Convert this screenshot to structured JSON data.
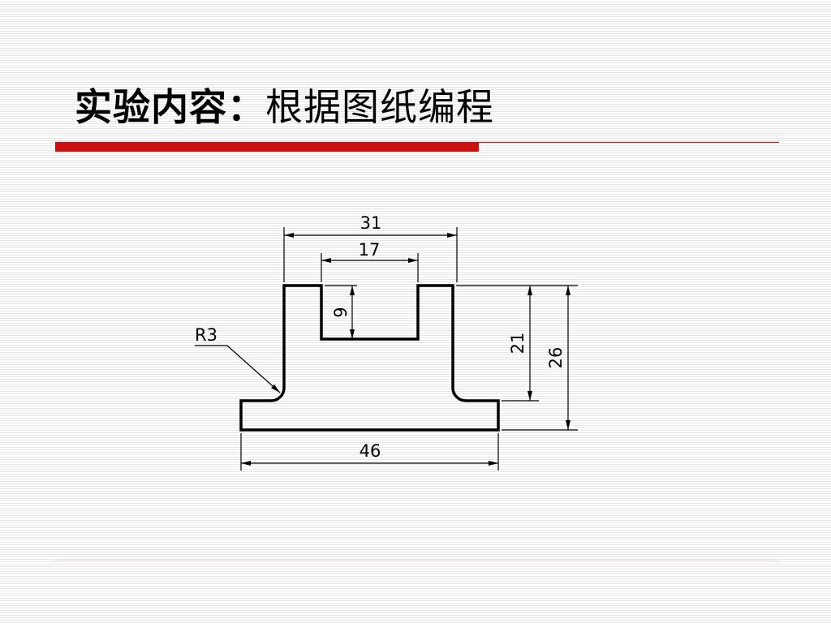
{
  "slide": {
    "title_bold": "实验内容：",
    "title_rest": "根据图纸编程",
    "accent_color": "#cc1111"
  },
  "drawing": {
    "dimensions": {
      "overall_top_width": "31",
      "slot_width": "17",
      "slot_depth": "9",
      "fillet_radius": "R3",
      "shoulder_height": "21",
      "overall_height": "26",
      "base_width": "46"
    }
  }
}
